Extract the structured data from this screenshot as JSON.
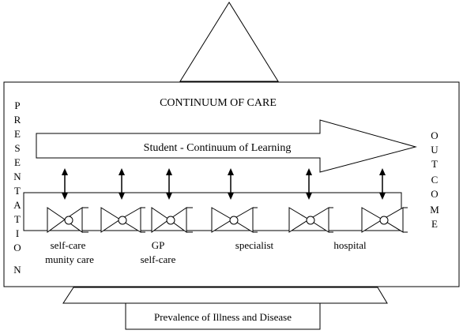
{
  "title": "CONTINUUM OF CARE",
  "arrow_label": "Student - Continuum of Learning",
  "left_label_letters": [
    "P",
    "R",
    "E",
    "S",
    "E",
    "N",
    "T",
    "A",
    "T",
    "I",
    "O",
    "N"
  ],
  "right_label_letters": [
    "O",
    "U",
    "T",
    "C",
    "O",
    "M",
    "E"
  ],
  "bottom_box_label": "Prevalence of Illness and Disease",
  "care_labels": [
    "self-care",
    "munity care",
    "GP",
    "self-care",
    "specialist",
    "hospital"
  ],
  "colors": {
    "stroke": "#000000",
    "background": "#ffffff"
  }
}
